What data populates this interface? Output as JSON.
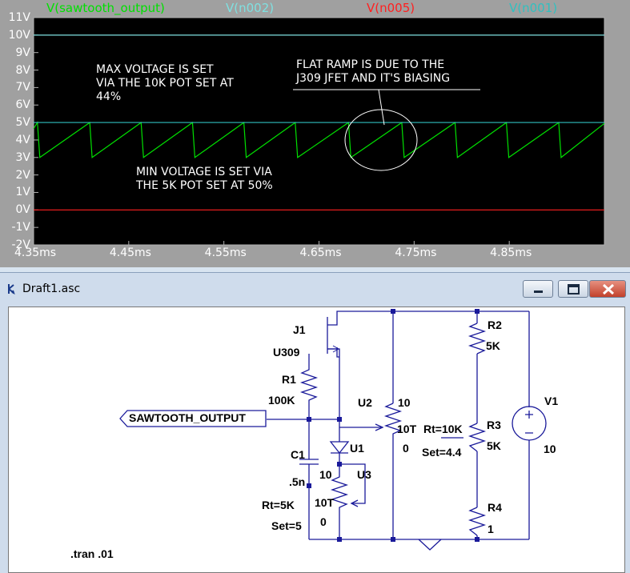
{
  "plot": {
    "traces": [
      {
        "label": "V(sawtooth_output)",
        "color": "#00e000"
      },
      {
        "label": "V(n002)",
        "color": "#7fe0e0"
      },
      {
        "label": "V(n005)",
        "color": "#ff2020"
      },
      {
        "label": "V(n001)",
        "color": "#30c0c0"
      }
    ],
    "y_ticks": [
      "11V",
      "10V",
      "9V",
      "8V",
      "7V",
      "6V",
      "5V",
      "4V",
      "3V",
      "2V",
      "1V",
      "0V",
      "-1V",
      "-2V"
    ],
    "x_ticks": [
      "4.35ms",
      "4.45ms",
      "4.55ms",
      "4.65ms",
      "4.75ms",
      "4.85ms"
    ],
    "annotations": {
      "max_line1": "MAX VOLTAGE IS SET",
      "max_line2": "VIA THE 10K POT SET AT",
      "max_line3": "44%",
      "flat_line1": "FLAT RAMP IS DUE TO THE",
      "flat_line2": "J309 JFET AND IT'S BIASING",
      "min_line1": "MIN VOLTAGE IS SET VIA",
      "min_line2": "THE 5K POT SET AT 50%"
    },
    "chart_data": {
      "type": "line",
      "xlabel": "",
      "ylabel": "",
      "xlim": [
        4.35,
        4.95
      ],
      "ylim": [
        -2,
        11
      ],
      "series": [
        {
          "name": "V(sawtooth_output)",
          "note_shape": "sawtooth",
          "low": 3.0,
          "high": 5.0,
          "peaks_ms": [
            4.354,
            4.409,
            4.463,
            4.517,
            4.571,
            4.625,
            4.681,
            4.737,
            4.793,
            4.847,
            4.902
          ]
        },
        {
          "name": "V(n002)",
          "constant": 10
        },
        {
          "name": "V(n005)",
          "constant": 0
        },
        {
          "name": "V(n001)",
          "constant": 5
        }
      ]
    }
  },
  "schematic": {
    "title": "Draft1.asc",
    "net_label": "SAWTOOTH_OUTPUT",
    "labels": {
      "j1": "J1",
      "j1_model": "U309",
      "r1": "R1",
      "r1_val": "100K",
      "c1": "C1",
      "c1_val": ".5n",
      "u1": "U1",
      "u2": "U2",
      "u2_a": "10",
      "u2_b": "10T",
      "u2_c": "0",
      "u2_rt": "Rt=10K",
      "u2_set": "Set=4.4",
      "u3": "U3",
      "u3_a": "10",
      "u3_b": "10T",
      "u3_c": "0",
      "u3_rt": "Rt=5K",
      "u3_set": "Set=5",
      "r2": "R2",
      "r2_val": "5K",
      "r3": "R3",
      "r3_val": "5K",
      "r4": "R4",
      "r4_val": "1",
      "v1": "V1",
      "v1_val": "10",
      "directive": ".tran .01"
    }
  }
}
